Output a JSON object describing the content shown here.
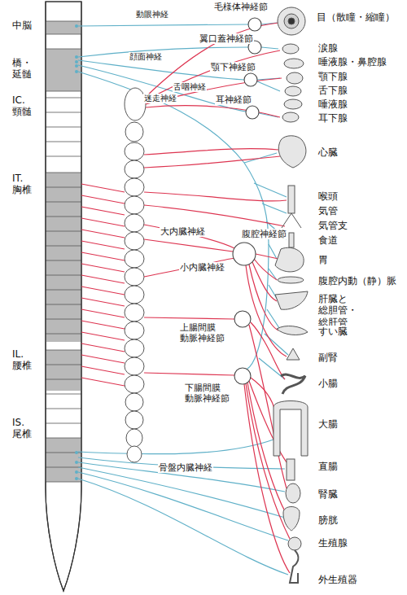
{
  "diagram": {
    "labels": [
      "中脳",
      "橋・ 延髄",
      "IC. 頸髄",
      "IT. 胸椎",
      "IL. 腰椎",
      "IS. 尾椎",
      "動眼神経",
      "毛様体神経節",
      "翼口蓋神経節",
      "顔面神経",
      "顎下神経節",
      "舌咽神経",
      "迷走神経",
      "耳神経節",
      "目（散瞳・縮瞳）",
      "涙腺",
      "唾液腺・鼻腔腺",
      "顎下腺",
      "舌下腺",
      "唾液腺",
      "耳下腺",
      "心臓",
      "喉頭",
      "気管",
      "気管支",
      "食道",
      "胃",
      "大内臓神経",
      "腹腔神経節",
      "腹腔内動（静）脈",
      "小内臓神経",
      "肝臓と 総胆管・総肝管",
      "上腸間膜 動脈神経節",
      "すい臓",
      "副腎",
      "下腸間膜 動脈神経節",
      "小腸",
      "大腸",
      "骨盤内臓神経",
      "直腸",
      "腎臓",
      "膀胱",
      "生殖腺",
      "外生殖器"
    ]
  }
}
